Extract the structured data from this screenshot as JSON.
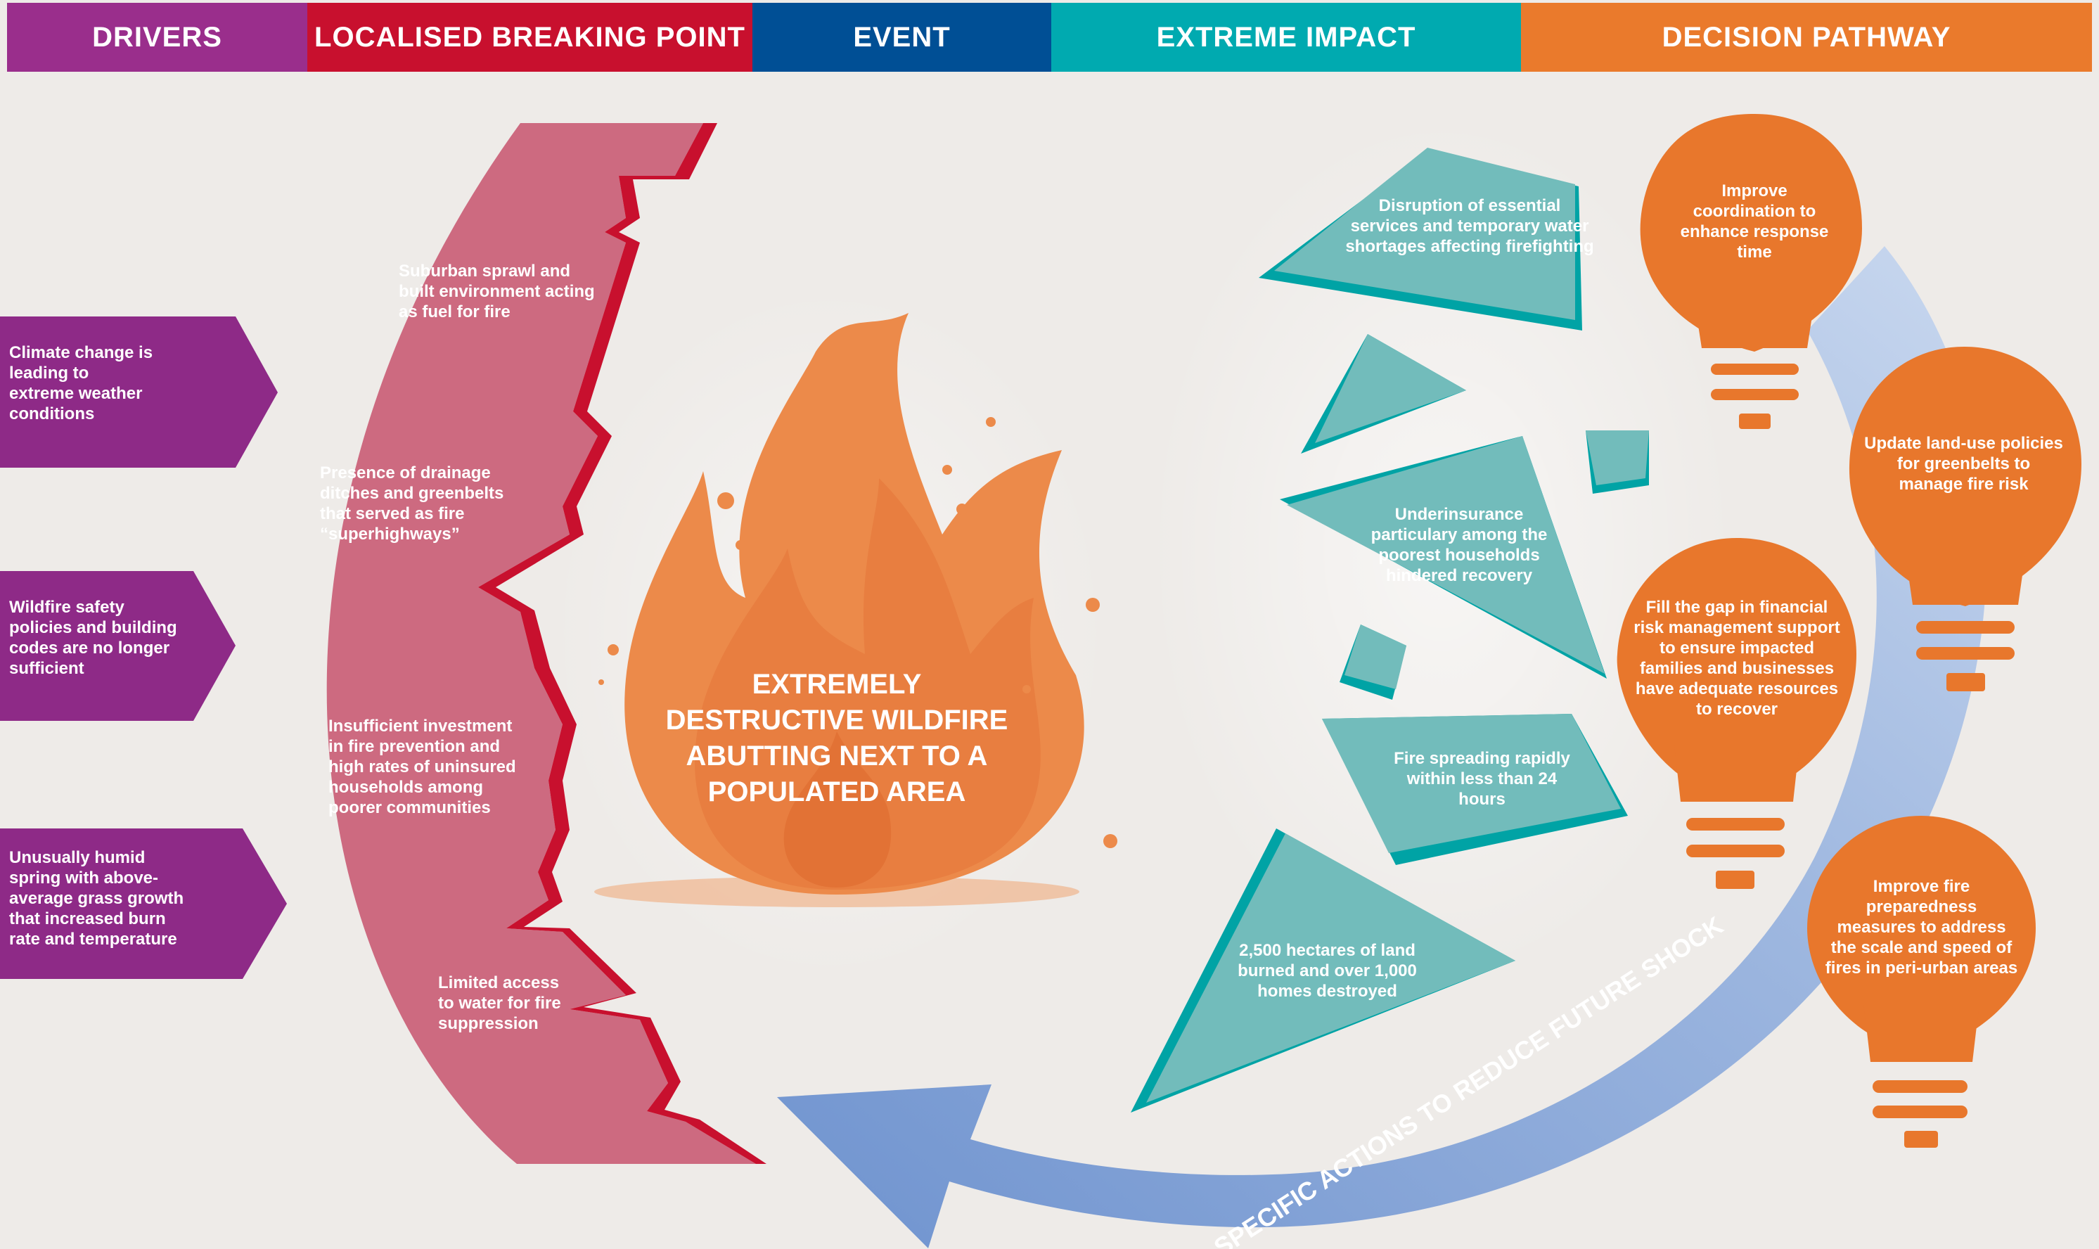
{
  "header": {
    "tabs": [
      {
        "label": "DRIVERS",
        "color": "#9a2e8c"
      },
      {
        "label": "LOCALISED BREAKING POINT",
        "color": "#c8102e"
      },
      {
        "label": "EVENT",
        "color": "#004f95"
      },
      {
        "label": "EXTREME IMPACT",
        "color": "#00aab0"
      },
      {
        "label": "DECISION PATHWAY",
        "color": "#ea7a2c"
      }
    ]
  },
  "drivers": [
    {
      "text": "Climate change is leading to extreme weather conditions"
    },
    {
      "text": "Wildfire safety policies and building codes are no longer sufficient"
    },
    {
      "text": "Unusually humid spring with above-average grass growth that increased burn rate and temperature"
    }
  ],
  "breaking_points": [
    {
      "text": "Suburban sprawl and built environment acting as fuel for fire"
    },
    {
      "text": "Presence of drainage ditches and greenbelts that served as fire “superhighways”"
    },
    {
      "text": "Insufficient investment in fire prevention and high rates of uninsured households among poorer communities"
    },
    {
      "text": "Limited access to water for fire suppression"
    }
  ],
  "event": {
    "text": "EXTREMELY DESTRUCTIVE WILDFIRE ABUTTING NEXT TO A POPULATED AREA"
  },
  "impacts": [
    {
      "text": "Disruption of essential services and temporary water shortages affecting firefighting"
    },
    {
      "text": "Underinsurance particulary among the poorest households hindered recovery"
    },
    {
      "text": "Fire spreading rapidly within less than 24 hours"
    },
    {
      "text": "2,500 hectares of land burned and over 1,000 homes destroyed"
    }
  ],
  "decisions": [
    {
      "text": "Improve coordination to enhance response time"
    },
    {
      "text": "Update land-use policies for greenbelts to manage fire risk"
    },
    {
      "text": "Fill the gap in financial risk management support to ensure impacted families and businesses have adequate resources to recover"
    },
    {
      "text": "Improve fire preparedness measures to address the scale and speed of fires in peri-urban areas"
    }
  ],
  "arrow_label": "SPECIFIC ACTIONS TO REDUCE FUTURE SHOCK",
  "colors": {
    "drivers": "#8e2a87",
    "breaking_fill": "#cd6a80",
    "breaking_edge": "#c8102e",
    "event_flame": "#ec8a4a",
    "impact_fill": "#72bcbb",
    "impact_edge": "#00a3a5",
    "decision_bulb": "#e8772c",
    "arrow": "#7a9bd1",
    "background": "#eeebe8"
  }
}
